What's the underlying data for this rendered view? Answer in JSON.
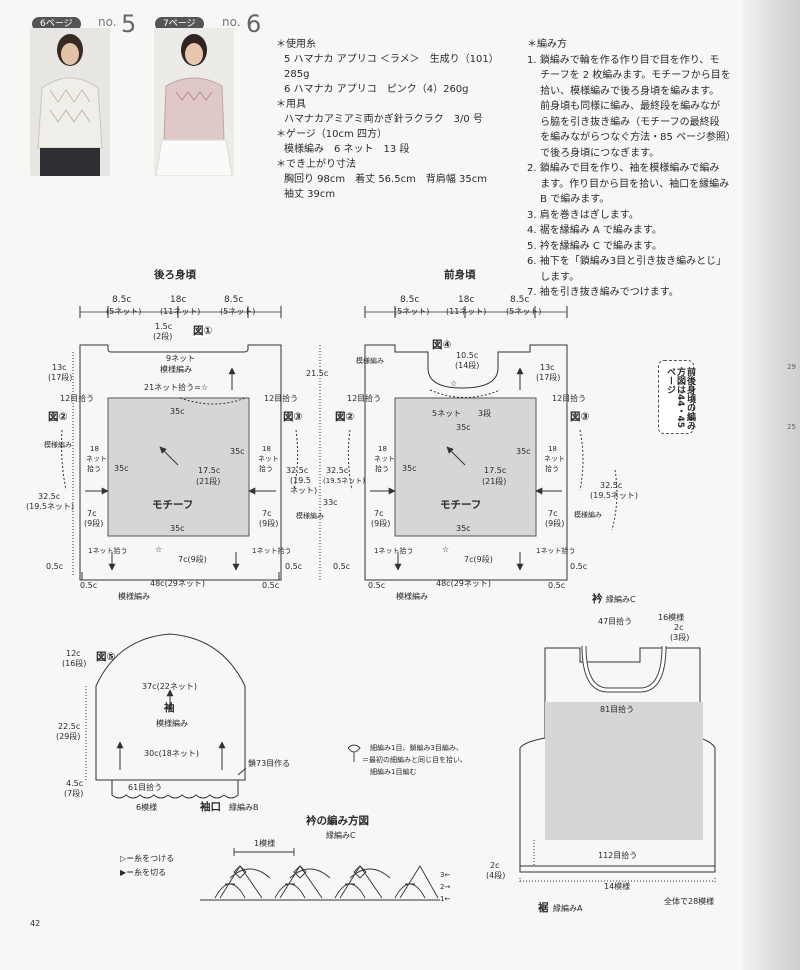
{
  "header": {
    "pattern5": {
      "page": "6ページ",
      "no": "no.",
      "num": "5"
    },
    "pattern6": {
      "page": "7ページ",
      "no": "no.",
      "num": "6"
    }
  },
  "materials": {
    "yarn_heading": "＊使用糸",
    "yarn5": "5 ハマナカ アプリコ ＜ラメ＞　生成り（101）",
    "yarn5_qty": "285g",
    "yarn6": "6 ハマナカ アプリコ　ピンク（4）260g",
    "tools_heading": "＊用具",
    "tools": "ハマナカアミアミ両かぎ針ラクラク　3/0 号",
    "gauge_heading": "＊ゲージ（10cm 四方）",
    "gauge": "模様編み　6 ネット　13 段",
    "size_heading": "＊でき上がり寸法",
    "size1": "胸回り 98cm　着丈 56.5cm　背肩幅 35cm",
    "size2": "袖丈 39cm"
  },
  "instructions": {
    "heading": "＊編み方",
    "lines": [
      "1. 鎖編みで輪を作る作り目で目を作り、モ",
      "　 チーフを 2 枚編みます。モチーフから目を",
      "　 拾い、模様編みで後ろ身頃を編みます。",
      "　 前身頃も同様に編み、最終段を編みなが",
      "　 ら脇を引き抜き編み（モチーフの最終段",
      "　 を編みながらつなぐ方法・85 ページ参照）",
      "　 で後ろ身頃につなぎます。",
      "2. 鎖編みで目を作り、袖を模様編みで編み",
      "　 ます。作り目から目を拾い、袖口を縁編み",
      "　 B で編みます。",
      "3. 肩を巻きはぎします。",
      "4. 裾を縁編み A で編みます。",
      "5. 衿を縁編み C で編みます。",
      "6. 袖下を「鎖編み3目と引き抜き編みとじ」",
      "　 します。",
      "7. 袖を引き抜き編みでつけます。"
    ]
  },
  "note_box": "前後身頃の編み方図は44・45ページ",
  "back": {
    "title": "後ろ身頃",
    "top_dims": [
      "8.5c",
      "18c",
      "8.5c"
    ],
    "top_nets": [
      "(5ネット)",
      "(11ネット)",
      "(5ネット)"
    ],
    "neck_depth": "1.5c",
    "neck_rows": "(2段)",
    "fig1": "図①",
    "fig2": "図②",
    "fig3": "図③",
    "net9": "9ネット",
    "pattern": "模様編み",
    "shoulder": "13c",
    "shoulder_rows": "(17段)",
    "pick21": "21ネット拾う=☆",
    "pick12_l": "12目拾う",
    "pick12_r": "12目拾う",
    "m35_top": "35c",
    "m35_left": "35c",
    "m35_right": "35c",
    "m35_bottom": "35c",
    "side_pattern": "模様編み",
    "pick18_l": [
      "18",
      "ネット",
      "拾う"
    ],
    "pick18_r": [
      "18",
      "ネット",
      "拾う"
    ],
    "center": "17.5c",
    "center_rows": "(21段)",
    "motif": "モチーフ",
    "side32": "32.5c",
    "side32_rows": "(19.5ネット)",
    "side32_r": "32.5c",
    "side32_r_rows": "(19.5",
    "side32_r_rows2": "ネット)",
    "seven_l": "7c",
    "seven_l_rows": "(9段)",
    "seven_r": "7c",
    "seven_r_rows": "(9段)",
    "one_net_l": "1ネット拾う",
    "one_net_r": "1ネット拾う",
    "seven_bottom": "7c(9段)",
    "star": "☆",
    "hem_l": "0.5c",
    "hem_r": "0.5c",
    "width": "48c(29ネット)",
    "one_net_v": "1ネット",
    "hem_pattern": "模様編み",
    "full_len": "21.5c"
  },
  "front": {
    "title": "前身頃",
    "top_dims": [
      "8.5c",
      "18c",
      "8.5c"
    ],
    "top_nets": [
      "(5ネット)",
      "(11ネット)",
      "(5ネット)"
    ],
    "fig4": "図④",
    "neck": "10.5c",
    "neck_rows": "(14段)",
    "shoulder": "13c",
    "shoulder_rows": "(17段)",
    "net5": "5ネット",
    "rows3": "3段",
    "total_len": "33c",
    "m35": "35c",
    "center": "17.5c",
    "center_rows": "(21段)",
    "motif": "モチーフ",
    "side32": "32.5c",
    "side32_rows": "(19.5ネット)",
    "side32_l": "32.5c",
    "side32_l_rows": "(19.5ネット)",
    "width": "48c(29ネット)",
    "hem_pattern": "模様編み"
  },
  "sleeve": {
    "fig5": "図⑤",
    "top": "12c",
    "top_rows": "(16段)",
    "width": "37c(22ネット)",
    "title": "袖",
    "pattern": "模様編み",
    "len": "22.5c",
    "len_rows": "(29段)",
    "inner": "30c(18ネット)",
    "chain": "鎖73目作る",
    "cuff_h": "4.5c",
    "cuff_rows": "(7段)",
    "pick61": "61目拾う",
    "repeats": "6模様",
    "cuff_title": "袖口",
    "cuff_edge": "縁編みB"
  },
  "seam_note": [
    "細編み1目、鎖編み3目編み、",
    "＝最初の細編みと同じ目を拾い、",
    "細編み1目編む"
  ],
  "collar_chart": {
    "title": "衿の編み方図",
    "edge": "縁編みC",
    "repeat": "1模様",
    "rows": [
      "3←",
      "2→",
      "1←"
    ],
    "legend_join": "＝糸をつける",
    "legend_cut": "＝糸を切る"
  },
  "collar": {
    "title": "衿",
    "edge": "縁編みC",
    "pick47": "47目拾う",
    "rep16": "16模様",
    "h2": "2c",
    "h2_rows": "(3段)",
    "pick81": "81目拾う",
    "pick112": "112目拾う",
    "hem_h": "2c",
    "hem_rows": "(4段)",
    "rep14": "14模様",
    "total28": "全体で28模様",
    "hem_title": "裾",
    "hem_edge": "縁編みA"
  },
  "page_number": "42",
  "side_numbers": [
    "29",
    "25"
  ]
}
